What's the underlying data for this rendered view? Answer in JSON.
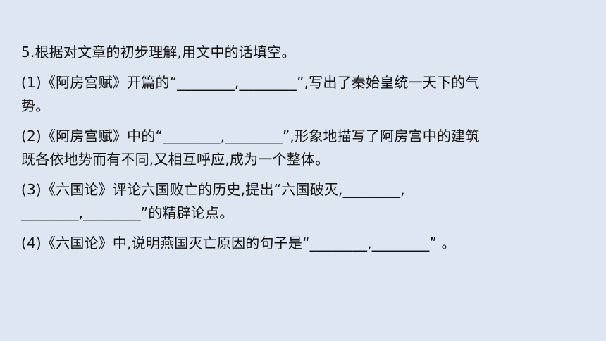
{
  "question": {
    "title": "5.根据对文章的初步理解,用文中的话填空。",
    "items": [
      {
        "line1": "(1)《阿房宫赋》开篇的“________,________”,写出了秦始皇统一天下的气",
        "line2": "势。"
      },
      {
        "line1": "(2)《阿房宫赋》中的“________,________”,形象地描写了阿房宫中的建筑",
        "line2": "既各依地势而有不同,又相互呼应,成为一个整体。"
      },
      {
        "line1": "(3)《六国论》评论六国败亡的历史,提出“六国破灭,________,",
        "line2": "________,________”的精辟论点。"
      },
      {
        "line1": "(4)《六国论》中,说明燕国灭亡原因的句子是“________,________” 。"
      }
    ]
  }
}
